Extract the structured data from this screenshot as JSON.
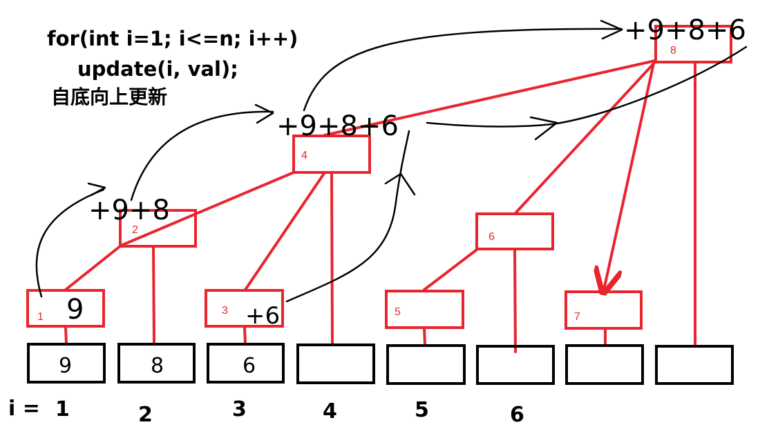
{
  "code": {
    "line1": "for(int i=1; i<=n; i++)",
    "line2": "update(i, val);",
    "note": "自底向上更新"
  },
  "tree_nodes": [
    {
      "id": "1",
      "annotation": "9"
    },
    {
      "id": "2",
      "annotation": "+9+8"
    },
    {
      "id": "3",
      "annotation": "+6"
    },
    {
      "id": "4",
      "annotation": "+9+8+6"
    },
    {
      "id": "5",
      "annotation": ""
    },
    {
      "id": "6",
      "annotation": ""
    },
    {
      "id": "7",
      "annotation": ""
    },
    {
      "id": "8",
      "annotation": "+9+8+6"
    }
  ],
  "array_values": [
    "9",
    "8",
    "6",
    "",
    "",
    "",
    "",
    ""
  ],
  "index_label": "i =",
  "indices": [
    "1",
    "2",
    "3",
    "4",
    "5",
    "6"
  ],
  "colors": {
    "tree": "#e8252e",
    "array": "#000000",
    "ink": "#000000"
  }
}
